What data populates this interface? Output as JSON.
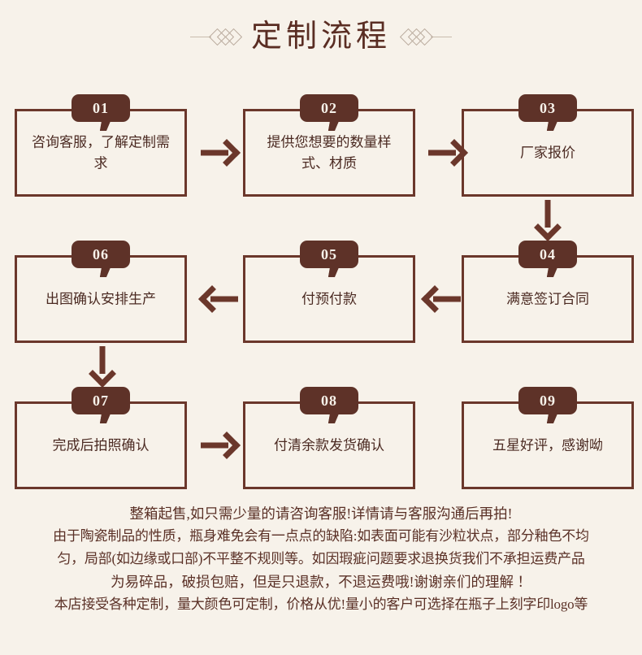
{
  "header": {
    "title": "定制流程",
    "ornament_left": "diamond-ornament",
    "ornament_right": "diamond-ornament"
  },
  "flow": {
    "rows": [
      {
        "direction": "left-to-right",
        "nodes": [
          {
            "number": "01",
            "label": "咨询客服，了解定制需求"
          },
          {
            "number": "02",
            "label": "提供您想要的数量样式、材质"
          },
          {
            "number": "03",
            "label": "厂家报价"
          }
        ]
      },
      {
        "direction": "right-to-left",
        "nodes": [
          {
            "number": "06",
            "label": "出图确认安排生产"
          },
          {
            "number": "05",
            "label": "付预付款"
          },
          {
            "number": "04",
            "label": "满意签订合同"
          }
        ]
      },
      {
        "direction": "left-to-right",
        "nodes": [
          {
            "number": "07",
            "label": "完成后拍照确认"
          },
          {
            "number": "08",
            "label": "付清余款发货确认"
          },
          {
            "number": "09",
            "label": "五星好评，感谢呦"
          }
        ]
      }
    ],
    "connectors": [
      {
        "name": "arrow-01-to-02",
        "type": "arrow-right-icon"
      },
      {
        "name": "arrow-02-to-03",
        "type": "arrow-right-icon"
      },
      {
        "name": "arrow-03-to-04",
        "type": "arrow-down-icon"
      },
      {
        "name": "arrow-04-to-05",
        "type": "arrow-left-icon"
      },
      {
        "name": "arrow-05-to-06",
        "type": "arrow-left-icon"
      },
      {
        "name": "arrow-06-to-07",
        "type": "arrow-down-icon"
      },
      {
        "name": "arrow-07-to-08",
        "type": "arrow-right-icon"
      }
    ]
  },
  "notes": {
    "line1": "整箱起售,如只需少量的请咨询客服!详情请与客服沟通后再拍!",
    "line2": "由于陶瓷制品的性质，瓶身难免会有一点点的缺陷:如表面可能有沙粒状点，部分釉色不均",
    "line3": "匀，局部(如边缘或口部)不平整不规则等。如因瑕疵问题要求退换货我们不承担运费产品",
    "line4": "为易碎品，破损包赔，但是只退款，不退运费哦!谢谢亲们的理解 ！",
    "line5": "本店接受各种定制，量大颜色可定制，价格从优!量小的客户可选择在瓶子上刻字印logo等"
  },
  "colors": {
    "background": "#f7f2ea",
    "accent": "#5e3228",
    "border": "#6b372b",
    "text": "#4b2a22",
    "ornament": "#b9aa9c"
  }
}
